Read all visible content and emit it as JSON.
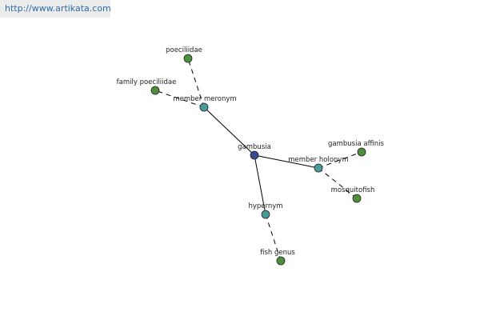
{
  "header": {
    "url": "http://www.artikata.com"
  },
  "graph": {
    "colors": {
      "center": "#3b4a8c",
      "relation": "#4a9a9a",
      "leaf": "#4e8f3e",
      "edge": "#000000"
    },
    "nodes": {
      "center": "gambusia",
      "meronym": "member meronym",
      "poeciliidae": "poeciliidae",
      "family": "family poeciliidae",
      "holonym": "member holonym",
      "affinis": "gambusia affinis",
      "mosquitofish": "mosquitofish",
      "hypernym": "hypernym",
      "genus": "fish genus"
    }
  }
}
